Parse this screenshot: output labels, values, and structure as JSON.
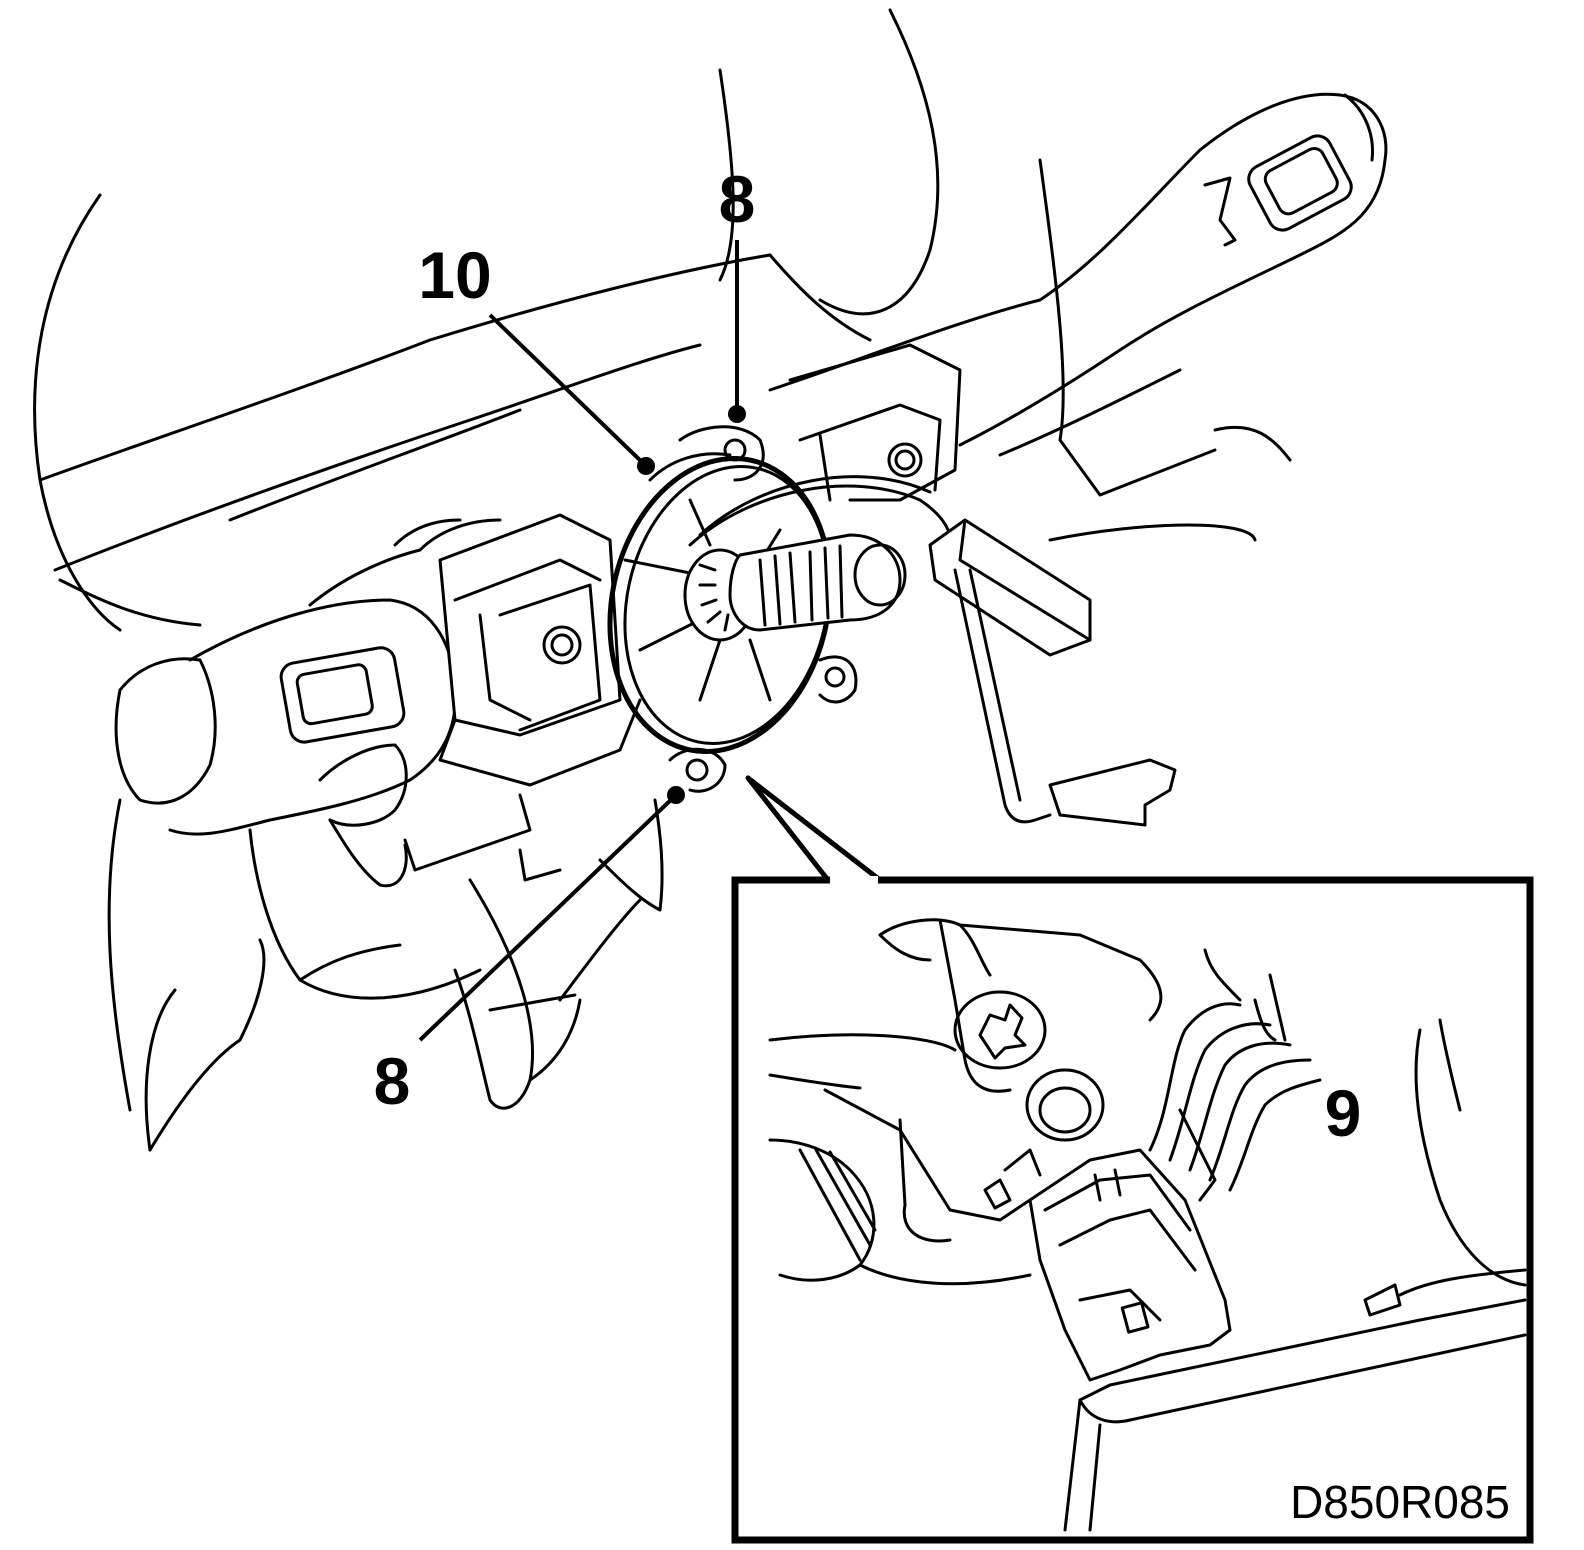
{
  "diagram": {
    "callouts": {
      "label_8_top": "8",
      "label_10": "10",
      "label_8_bottom": "8",
      "label_9": "9"
    },
    "figure_code": "D850R085",
    "colors": {
      "ink": "#000000",
      "paper": "#ffffff"
    }
  }
}
